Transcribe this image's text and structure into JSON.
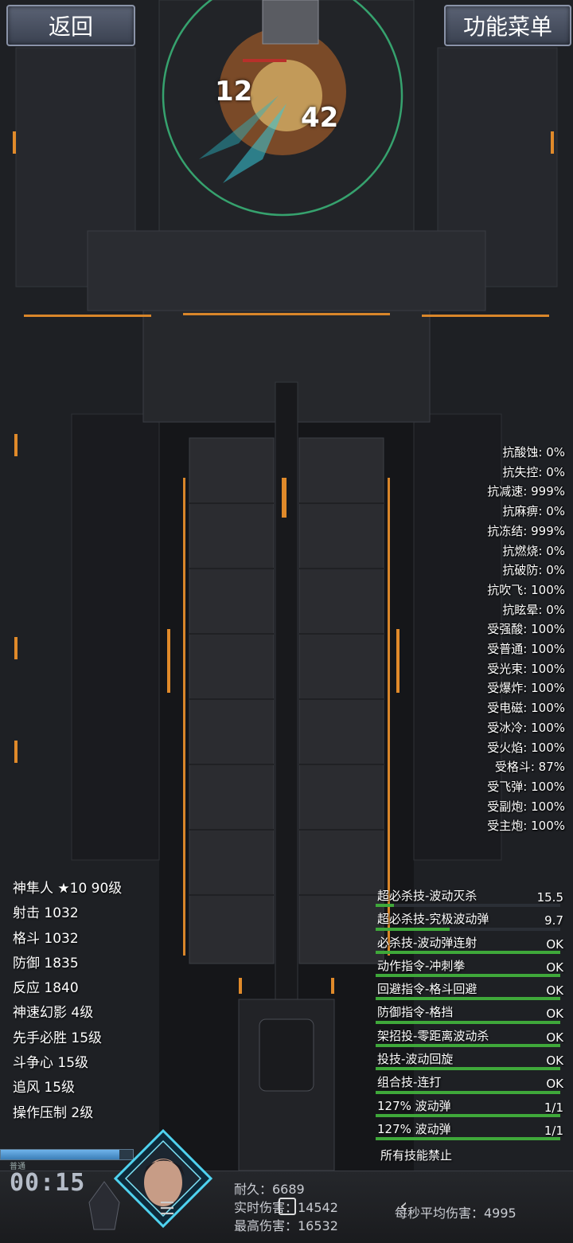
{
  "buttons": {
    "back": "返回",
    "menu": "功能菜单"
  },
  "floating_damage": [
    "12",
    "42"
  ],
  "resistances": [
    "抗酸蚀: 0%",
    "抗失控: 0%",
    "抗减速: 999%",
    "抗麻痹: 0%",
    "抗冻结: 999%",
    "抗燃烧: 0%",
    "抗破防: 0%",
    "抗吹飞: 100%",
    "抗眩晕: 0%",
    "受强酸: 100%",
    "受普通: 100%",
    "受光束: 100%",
    "受爆炸: 100%",
    "受电磁: 100%",
    "受冰冷: 100%",
    "受火焰: 100%",
    "受格斗: 87%",
    "受飞弹: 100%",
    "受副炮: 100%",
    "受主炮: 100%"
  ],
  "stats": [
    "神隼人 ★10 90级",
    "射击  1032",
    "格斗  1032",
    "防御  1835",
    "反应  1840",
    "神速幻影 4级",
    "先手必胜 15级",
    "斗争心 15级",
    "追风 15级",
    "操作压制 2级"
  ],
  "skills": [
    {
      "name": "超必杀技-波动灭杀",
      "value": "15.5",
      "fill": 0.1
    },
    {
      "name": "超必杀技-究极波动弹",
      "value": "9.7",
      "fill": 0.4
    },
    {
      "name": "必杀技-波动弹连射",
      "value": "OK",
      "fill": 1
    },
    {
      "name": "动作指令-冲刺拳",
      "value": "OK",
      "fill": 1
    },
    {
      "name": "回避指令-格斗回避",
      "value": "OK",
      "fill": 1
    },
    {
      "name": "防御指令-格挡",
      "value": "OK",
      "fill": 1
    },
    {
      "name": "架招投-零距离波动杀",
      "value": "OK",
      "fill": 1
    },
    {
      "name": "投技-波动回旋",
      "value": "OK",
      "fill": 1
    },
    {
      "name": "组合技-连打",
      "value": "OK",
      "fill": 1
    },
    {
      "name": "127%  波动弹",
      "value": "1/1",
      "fill": 1
    },
    {
      "name": "127%  波动弹",
      "value": "1/1",
      "fill": 1
    }
  ],
  "all_forbidden": "所有技能禁止",
  "bottom": {
    "timer": "00:15",
    "stage_label": "普通",
    "durability": "耐久：6689",
    "realtime_damage": "实时伤害：14542",
    "max_damage": "最高伤害：16532",
    "avg_damage": "每秒平均伤害：4995",
    "hp_fill": 0.9
  }
}
